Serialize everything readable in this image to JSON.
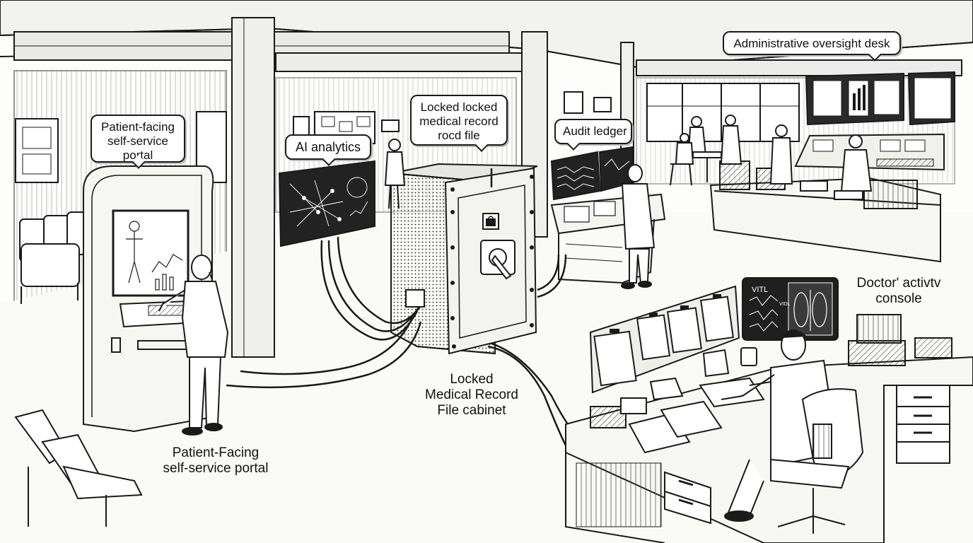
{
  "callouts": {
    "patient_portal": {
      "lines": [
        "Patient-facing",
        "self-service",
        "portal"
      ]
    },
    "ai_analytics": {
      "lines": [
        "AI analytics"
      ]
    },
    "locked_file": {
      "lines": [
        "Locked locked",
        "medical record",
        "rocd file"
      ]
    },
    "audit_ledger": {
      "lines": [
        "Audit ledger"
      ]
    },
    "admin_desk": {
      "lines": [
        "Administrative oversight desk"
      ]
    }
  },
  "labels": {
    "doctor_console": {
      "lines": [
        "Doctor' activtv",
        "console"
      ]
    },
    "cabinet": {
      "lines": [
        "Locked",
        "Medical Record",
        "File cabinet"
      ]
    },
    "portal_floor": {
      "lines": [
        "Patient-Facing",
        "self-service portal"
      ]
    }
  },
  "screen_text": {
    "vitals": "VITL",
    "vitals_sub": "VIDL"
  },
  "colors": {
    "ink": "#1a1a1a",
    "paper": "#fdfdfb",
    "shade": "#d9d9d6"
  }
}
